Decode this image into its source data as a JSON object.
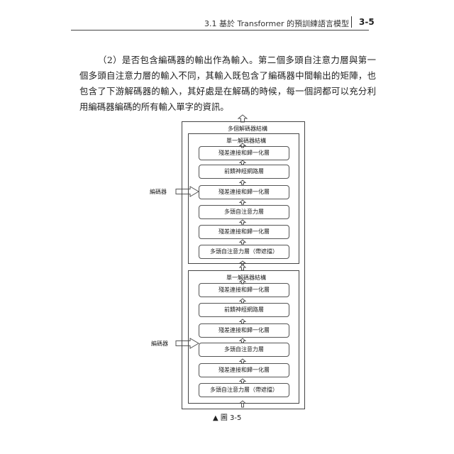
{
  "header": {
    "section_title": "3.1 基於 Transformer 的預訓練語言模型",
    "page_number": "3-5"
  },
  "paragraph": "（2）是否包含編碼器的輸出作為輸入。第二個多頭自注意力層與第一個多頭自注意力層的輸入不同，其輸入既包含了編碼器中間輸出的矩陣，也包含了下游解碼器的輸入，其好處是在解碼的時候，每一個詞都可以充分利用編碼器編碼的所有輸入單字的資訊。",
  "diagram": {
    "outer_title": "多個解碼器結構",
    "blocks": [
      {
        "title": "單一解碼器結構",
        "side_label": "編碼器",
        "layers": [
          "殘差連接和歸一化層",
          "前饋神經網路層",
          "殘差連接和歸一化層",
          "多頭自注意力層",
          "殘差連接和歸一化層",
          "多頭自注意力層（帶遮擋）"
        ]
      },
      {
        "title": "單一解碼器結構",
        "side_label": "編碼器",
        "layers": [
          "殘差連接和歸一化層",
          "前饋神經網路層",
          "殘差連接和歸一化層",
          "多頭自注意力層",
          "殘差連接和歸一化層",
          "多頭自注意力層（帶遮擋）"
        ]
      }
    ]
  },
  "caption": "▲ 圖 3-5"
}
